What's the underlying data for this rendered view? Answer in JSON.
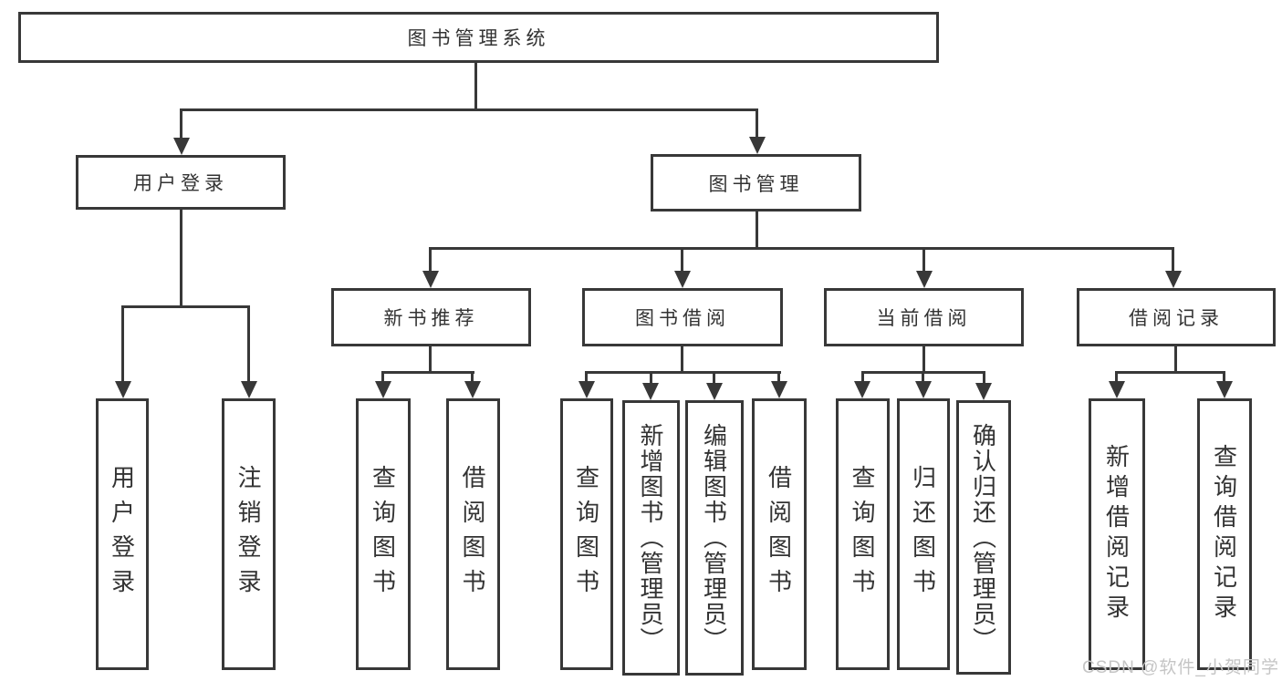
{
  "title": "图书管理系统",
  "tree": {
    "root": {
      "label": "图书管理系统"
    },
    "user_login": {
      "label": "用户登录",
      "children": {
        "login": "用户登录",
        "logout": "注销登录"
      }
    },
    "book_mgmt": {
      "label": "图书管理"
    },
    "new_rec": {
      "label": "新书推荐",
      "children": {
        "query": "查询图书",
        "borrow": "借阅图书"
      }
    },
    "book_borrow": {
      "label": "图书借阅",
      "children": {
        "query": "查询图书",
        "add": "新增图书（管理员）",
        "edit": "编辑图书（管理员）",
        "borrow": "借阅图书"
      }
    },
    "current_borrow": {
      "label": "当前借阅",
      "children": {
        "query": "查询图书",
        "return": "归还图书",
        "confirm": "确认归还（管理员）"
      }
    },
    "borrow_record": {
      "label": "借阅记录",
      "children": {
        "add": "新增借阅记录",
        "query": "查询借阅记录"
      }
    }
  },
  "watermark": "CSDN @软件_小贺同学",
  "colors": {
    "line": "#383838",
    "text": "#333333",
    "box_background": "#ffffff",
    "watermark": "#c5c5c5",
    "background": "#ffffff"
  }
}
